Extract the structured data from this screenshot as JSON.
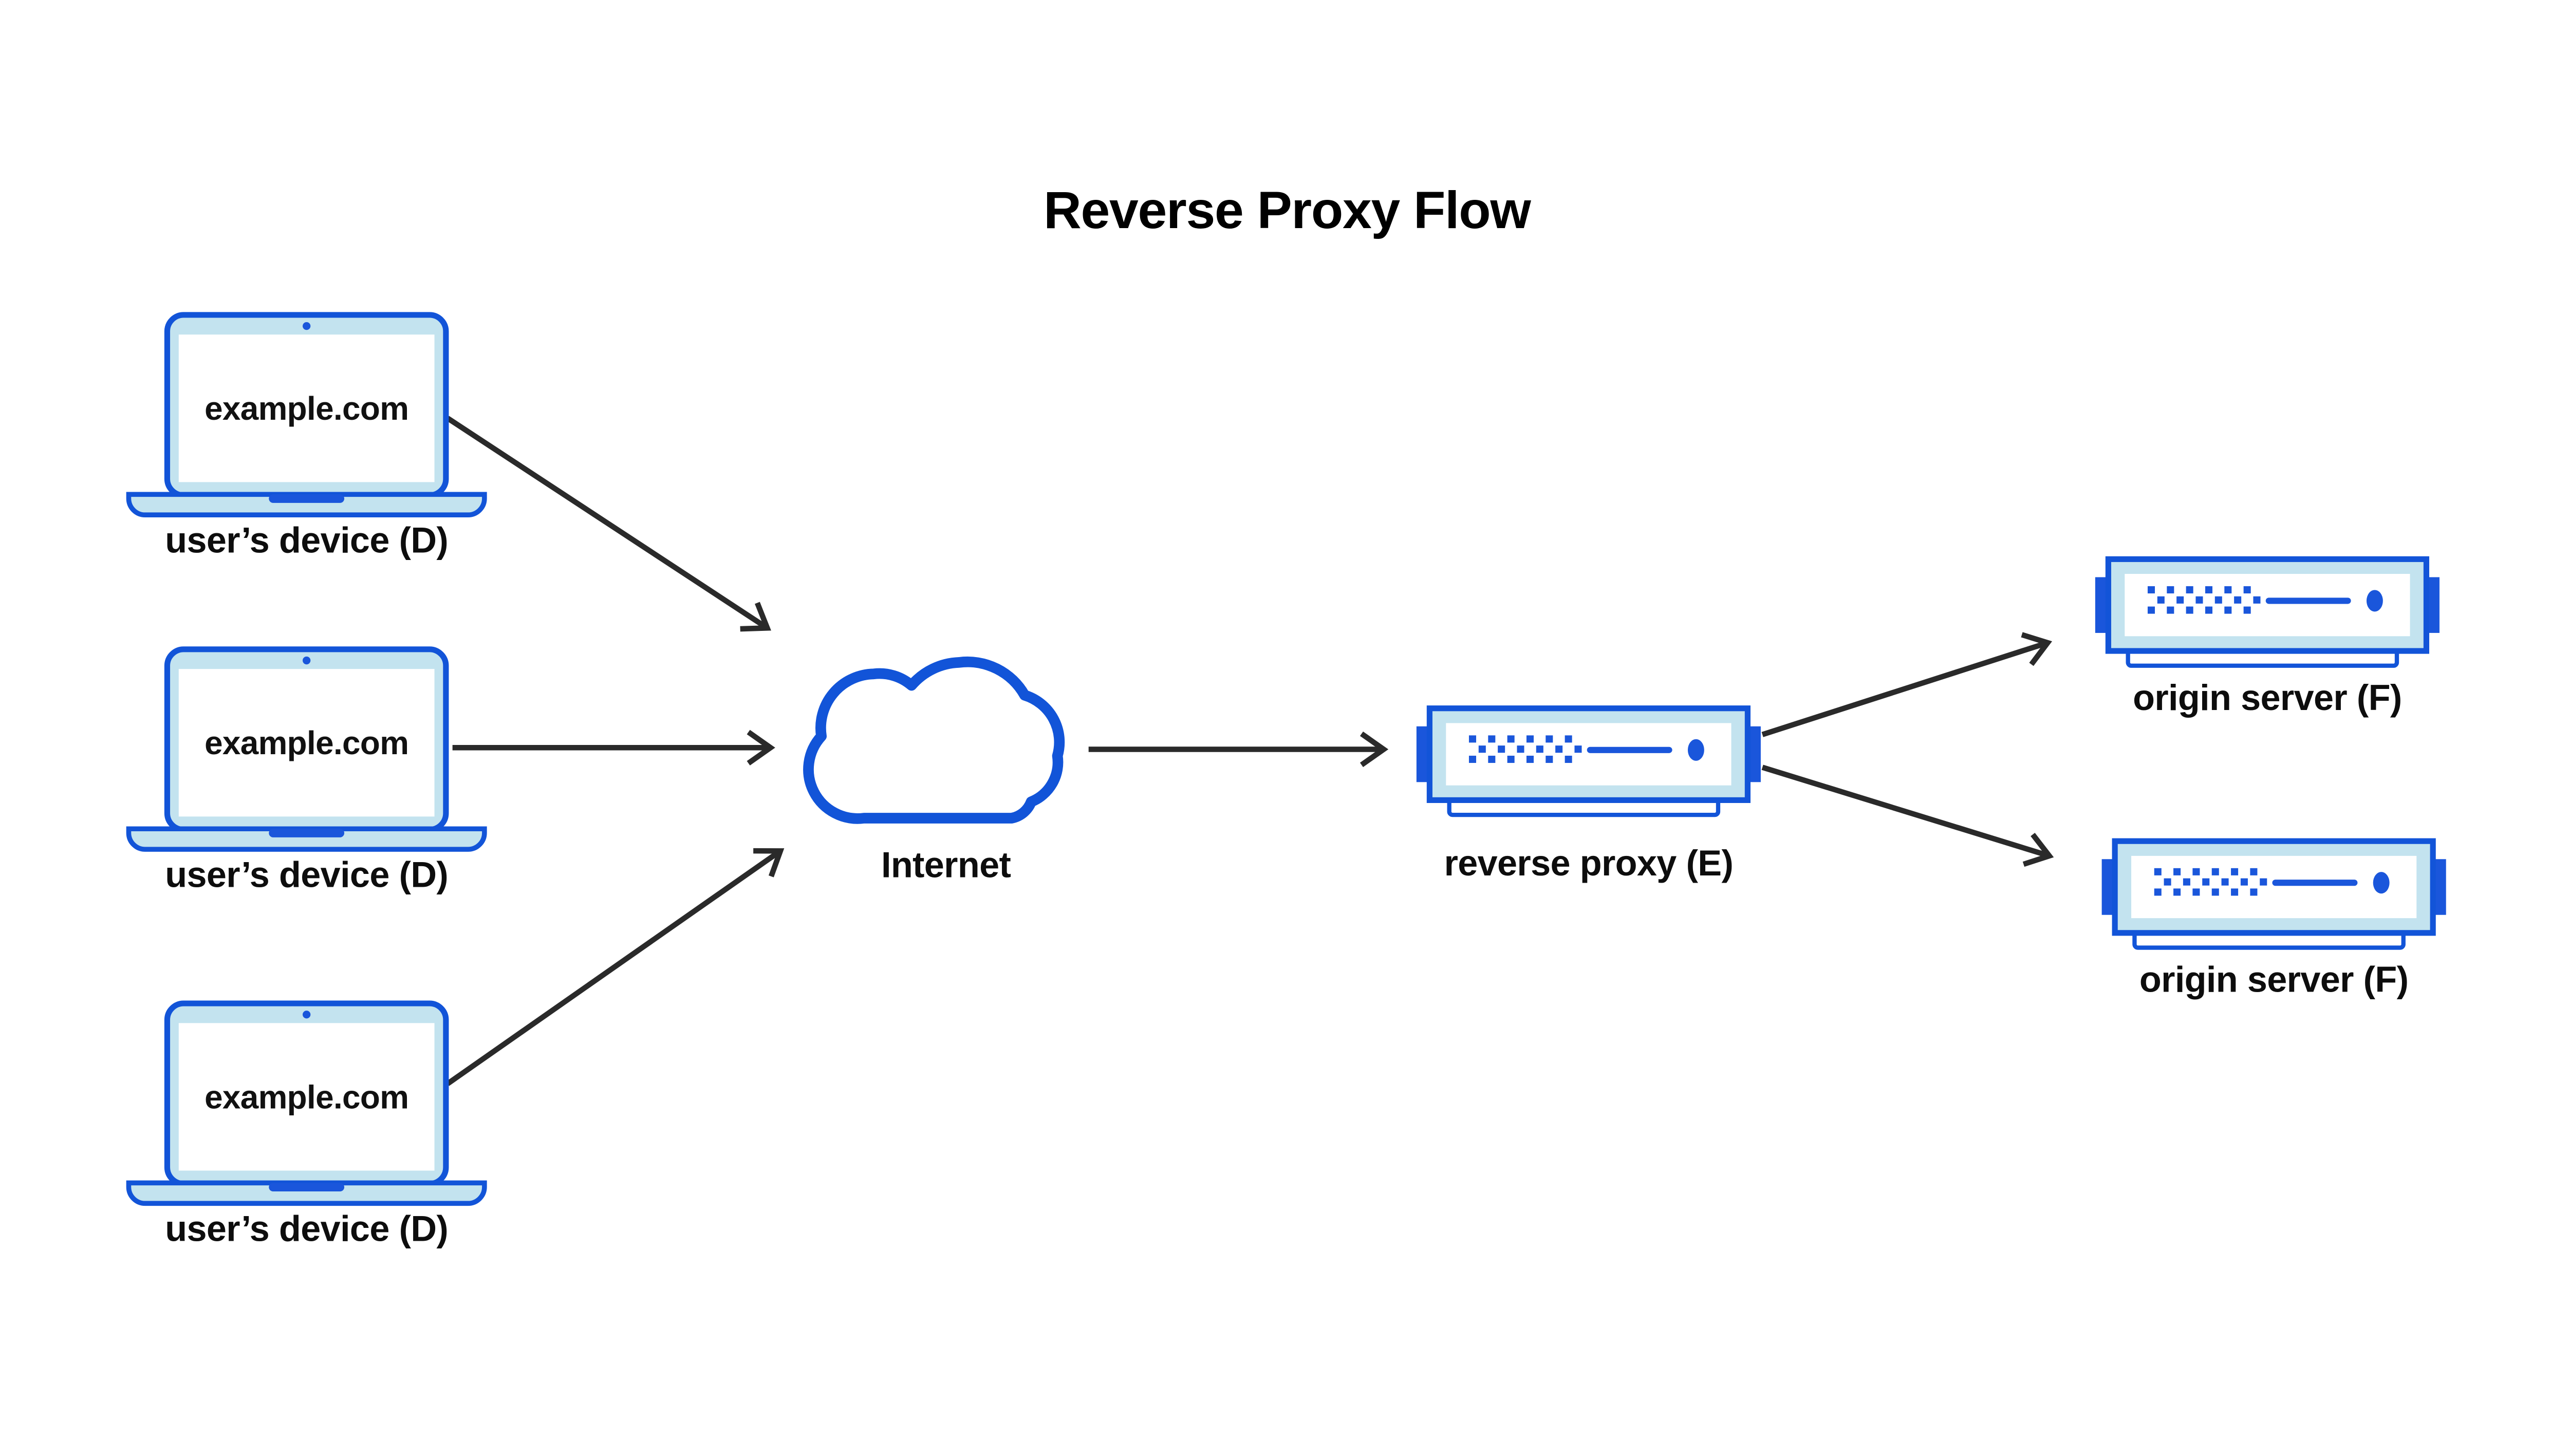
{
  "diagram": {
    "title": "Reverse Proxy Flow",
    "colors": {
      "stroke_blue": "#1254d8",
      "accent_blue": "#1a56db",
      "light_blue": "#c3e3ef",
      "arrow_dark": "#2a2a2a",
      "text_dark": "#0d0d0d",
      "bg": "#ffffff"
    },
    "devices": [
      {
        "icon": "laptop-icon",
        "screen_text": "example.com",
        "label": "user’s device (D)"
      },
      {
        "icon": "laptop-icon",
        "screen_text": "example.com",
        "label": "user’s device (D)"
      },
      {
        "icon": "laptop-icon",
        "screen_text": "example.com",
        "label": "user’s device (D)"
      }
    ],
    "internet": {
      "icon": "cloud-icon",
      "label": "Internet"
    },
    "reverse_proxy": {
      "icon": "rack-server-icon",
      "label": "reverse proxy (E)"
    },
    "origin_servers": [
      {
        "icon": "rack-server-icon",
        "label": "origin server (F)"
      },
      {
        "icon": "rack-server-icon",
        "label": "origin server (F)"
      }
    ],
    "flows": [
      "device-1 to internet",
      "device-2 to internet",
      "device-3 to internet",
      "internet to reverse-proxy",
      "reverse-proxy to origin-server-1",
      "reverse-proxy to origin-server-2"
    ]
  }
}
